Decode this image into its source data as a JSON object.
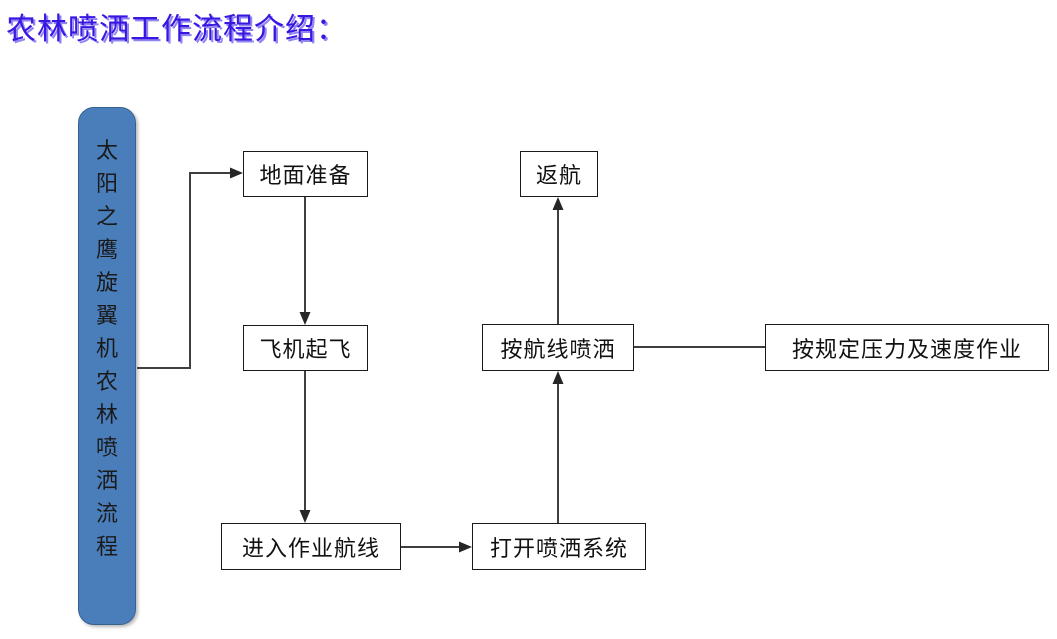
{
  "page": {
    "title": "农林喷洒工作流程介绍：",
    "title_color": "#3a17e0",
    "title_shadow_color": "#8f86f2",
    "background_color": "#ffffff"
  },
  "banner": {
    "name": "太阳之鹰旋翼机农林喷洒流程",
    "characters": [
      "太",
      "阳",
      "之",
      "鹰",
      "旋",
      "翼",
      "机",
      "农",
      "林",
      "喷",
      "洒",
      "流",
      "程"
    ],
    "fill_color": "#4a7ebb",
    "border_color": "#36618f",
    "text_color": "#1a1a1a"
  },
  "flowchart": {
    "type": "flowchart",
    "box_fill": "#ffffff",
    "box_border": "#1a1a1a",
    "connector_color": "#3f3f3f",
    "nodes": [
      {
        "id": "ground",
        "label": "地面准备"
      },
      {
        "id": "takeoff",
        "label": "飞机起飞"
      },
      {
        "id": "route",
        "label": "进入作业航线"
      },
      {
        "id": "system",
        "label": "打开喷洒系统"
      },
      {
        "id": "spray",
        "label": "按航线喷洒"
      },
      {
        "id": "return",
        "label": "返航"
      },
      {
        "id": "pressure",
        "label": "按规定压力及速度作业"
      }
    ],
    "edges": [
      {
        "from": "banner",
        "to": "ground",
        "arrow": true
      },
      {
        "from": "ground",
        "to": "takeoff",
        "arrow": true
      },
      {
        "from": "takeoff",
        "to": "route",
        "arrow": true
      },
      {
        "from": "route",
        "to": "system",
        "arrow": true
      },
      {
        "from": "system",
        "to": "spray",
        "arrow": true
      },
      {
        "from": "spray",
        "to": "return",
        "arrow": true
      },
      {
        "from": "spray",
        "to": "pressure",
        "arrow": false
      }
    ]
  }
}
